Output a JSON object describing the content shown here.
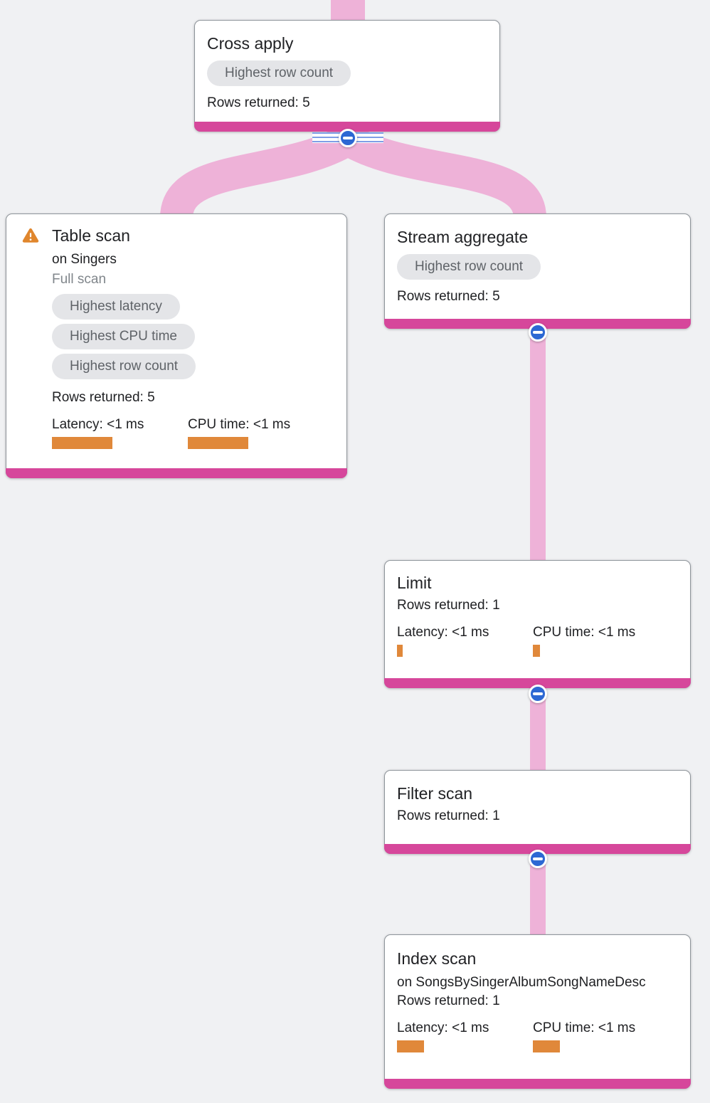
{
  "colors": {
    "background": "#f0f1f3",
    "edge-pink": "#eeb2d8",
    "node-bar-pink": "#d6479b",
    "metric-orange": "#e0883a",
    "button-blue": "#2d68d3",
    "stripe-blue": "#7e9fe6",
    "badge-bg": "#e4e5e8",
    "badge-text": "#5f6368",
    "text-dark": "#202124",
    "text-gray": "#80868b",
    "card-border": "#8f959b",
    "warning-orange": "#e0862d"
  },
  "nodes": {
    "cross_apply": {
      "title": "Cross apply",
      "badges": [
        "Highest row count"
      ],
      "rows": "Rows returned: 5"
    },
    "table_scan": {
      "title": "Table scan",
      "subtitle": "on Singers",
      "note": "Full scan",
      "badges": [
        "Highest latency",
        "Highest CPU time",
        "Highest row count"
      ],
      "rows": "Rows returned: 5",
      "metrics": {
        "latency": {
          "label": "Latency: <1 ms",
          "bar_style": "width:85px"
        },
        "cpu": {
          "label": "CPU time: <1 ms",
          "bar_style": "width:85px"
        }
      }
    },
    "stream_aggregate": {
      "title": "Stream aggregate",
      "badges": [
        "Highest row count"
      ],
      "rows": "Rows returned: 5"
    },
    "limit": {
      "title": "Limit",
      "rows": "Rows returned: 1",
      "metrics": {
        "latency": {
          "label": "Latency: <1 ms",
          "bar_style": "width:8px"
        },
        "cpu": {
          "label": "CPU time: <1 ms",
          "bar_style": "width:10px"
        }
      }
    },
    "filter_scan": {
      "title": "Filter scan",
      "rows": "Rows returned: 1"
    },
    "index_scan": {
      "title": "Index scan",
      "subtitle": "on SongsBySingerAlbumSongNameDesc",
      "rows": "Rows returned: 1",
      "metrics": {
        "latency": {
          "label": "Latency: <1 ms",
          "bar_style": "width:38px"
        },
        "cpu": {
          "label": "CPU time: <1 ms",
          "bar_style": "width:38px"
        }
      }
    }
  }
}
